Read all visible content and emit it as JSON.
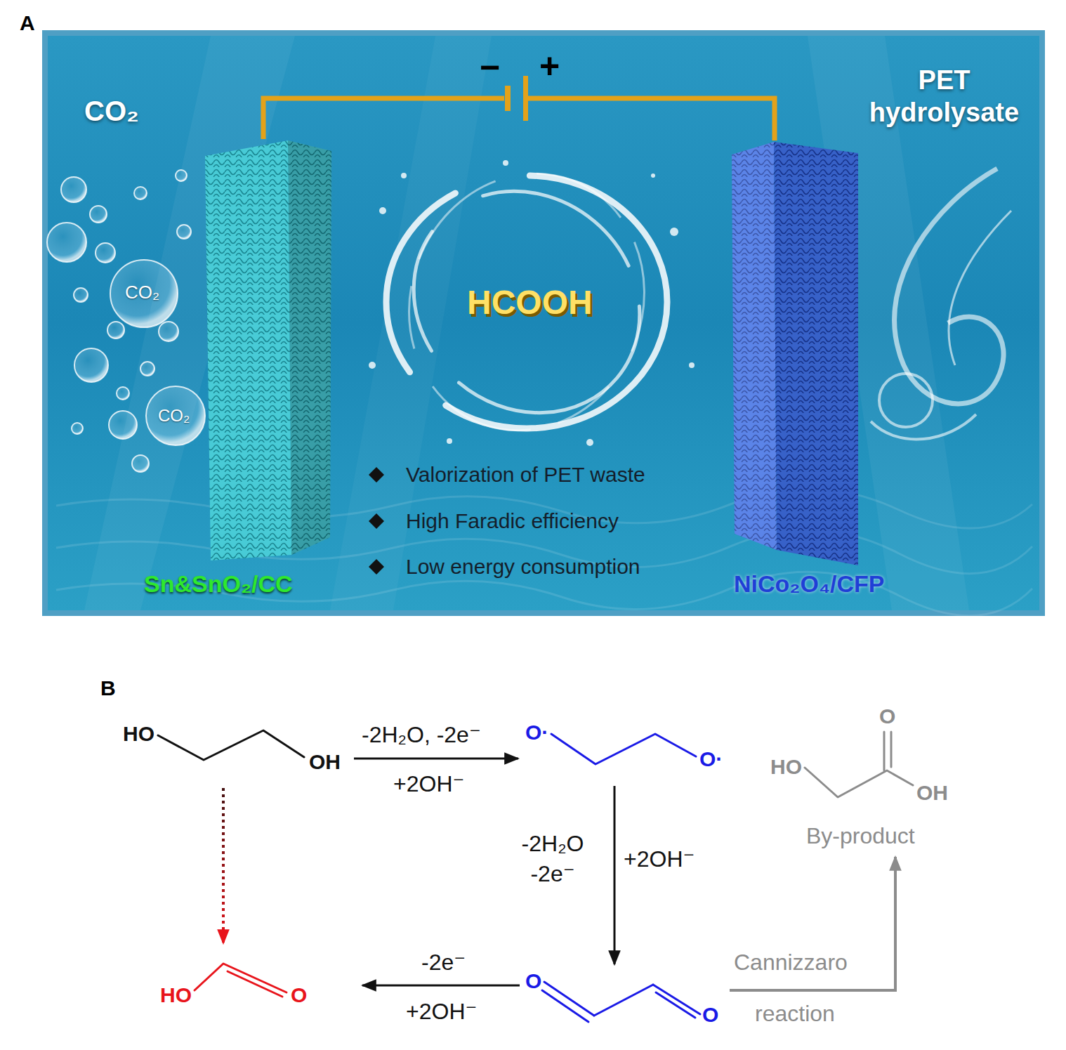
{
  "diagram": {
    "nodes": [
      {
        "text": [
          "Sn&SnO₂/CC"
        ]
      },
      {
        "text": [
          "NiCo₂O₄/CFP"
        ]
      },
      {
        "text": [
          "HO",
          "OH"
        ]
      },
      {
        "text": [
          "O·",
          "O·"
        ]
      },
      {
        "text": [
          "O",
          "HO",
          "OH",
          "By-product"
        ]
      },
      {
        "text": [
          "HO",
          "O"
        ]
      },
      {
        "text": [
          "O",
          "O"
        ]
      }
    ],
    "edges": [
      {
        "from": 0,
        "to": 1,
        "arrow": "none"
      },
      {
        "from": 2,
        "to": 3,
        "arrow": "to",
        "label": "-2H₂O, -2e⁻"
      },
      {
        "from": 3,
        "to": 6,
        "arrow": "to",
        "label": "-2H₂O -2e⁻"
      },
      {
        "from": 6,
        "to": 5,
        "arrow": "to",
        "label": "-2e⁻"
      },
      {
        "from": 2,
        "to": 5,
        "arrow": "to"
      },
      {
        "from": 6,
        "to": 4,
        "arrow": "to",
        "label": "Cannizzaro"
      }
    ],
    "labels": [
      "A",
      "CO₂",
      "CO₂",
      "CO₂",
      "−",
      "+",
      "PET hydrolysate",
      "HCOOH",
      "Valorization of PET waste",
      "High Faradic efficiency",
      "Low energy consumption",
      "B",
      "+2OH⁻",
      "+2OH⁻",
      "+2OH⁻",
      "reaction"
    ]
  }
}
